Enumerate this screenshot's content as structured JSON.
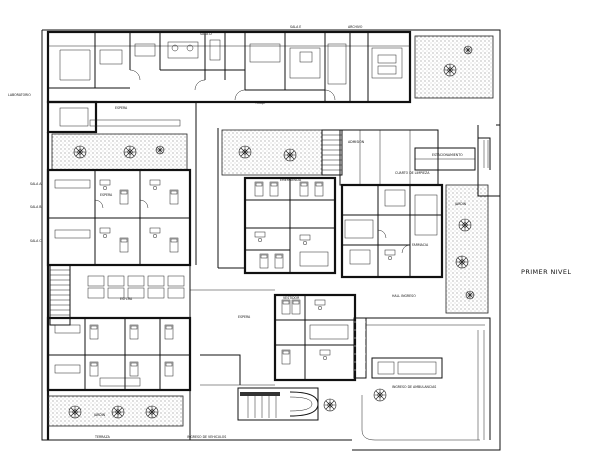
{
  "title": "PRIMER NIVEL",
  "labels": {
    "laboratorio": "LABORATORIO",
    "espera_top": "ESPERA",
    "espera_left": "ESPERA",
    "espera_mid": "ESPERA",
    "espera_center": "ESPERA",
    "hall_ingreso": "HALL INGRESO",
    "jardin_bottom": "JARDIN",
    "jardin_right": "JARDIN",
    "terraza": "TERRAZA",
    "estacionamiento": "ESTACIONAMIENTO",
    "ingreso_ambulancias": "INGRESO DE AMBULANCIAS",
    "ingreso_vehicular": "INGRESO DE VEHICULOS",
    "sala_a": "SALA A",
    "sala_b": "SALA B",
    "sala_c": "SALA C",
    "sala_d": "SALA D",
    "sala_e": "SALA E",
    "emergencia": "EMERGENCIA",
    "admision": "ADMISION",
    "farmacia": "FARMACIA",
    "archivo": "ARCHIVO",
    "triaje": "TRIAJE",
    "vestidor": "VESTIDOR",
    "cuarto_limpieza": "CUARTO DE LIMPIEZA"
  }
}
